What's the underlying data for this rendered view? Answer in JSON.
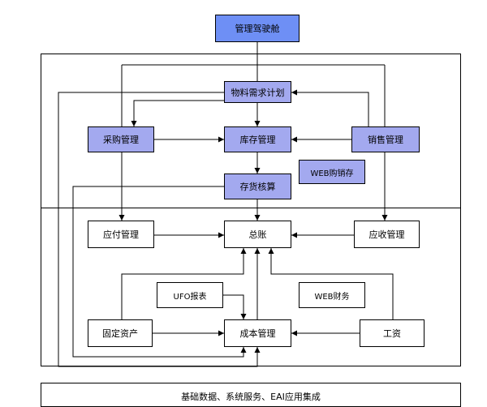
{
  "diagram": {
    "nodes": {
      "cockpit": "管理驾驶舱",
      "mrp": "物料需求计划",
      "purchase": "采购管理",
      "inventory": "库存管理",
      "sales": "销售管理",
      "web_pos": "WEB购销存",
      "inventory_accounting": "存货核算",
      "payable": "应付管理",
      "ledger": "总账",
      "receivable": "应收管理",
      "ufo": "UFO报表",
      "web_finance": "WEB财务",
      "fixed_assets": "固定资产",
      "cost": "成本管理",
      "payroll": "工资"
    },
    "footer": "基础数据、系统服务、EAI应用集成",
    "colors": {
      "module_fill": "#a3a9ef",
      "cockpit_fill": "#6e8ff5",
      "line": "#000000"
    }
  }
}
